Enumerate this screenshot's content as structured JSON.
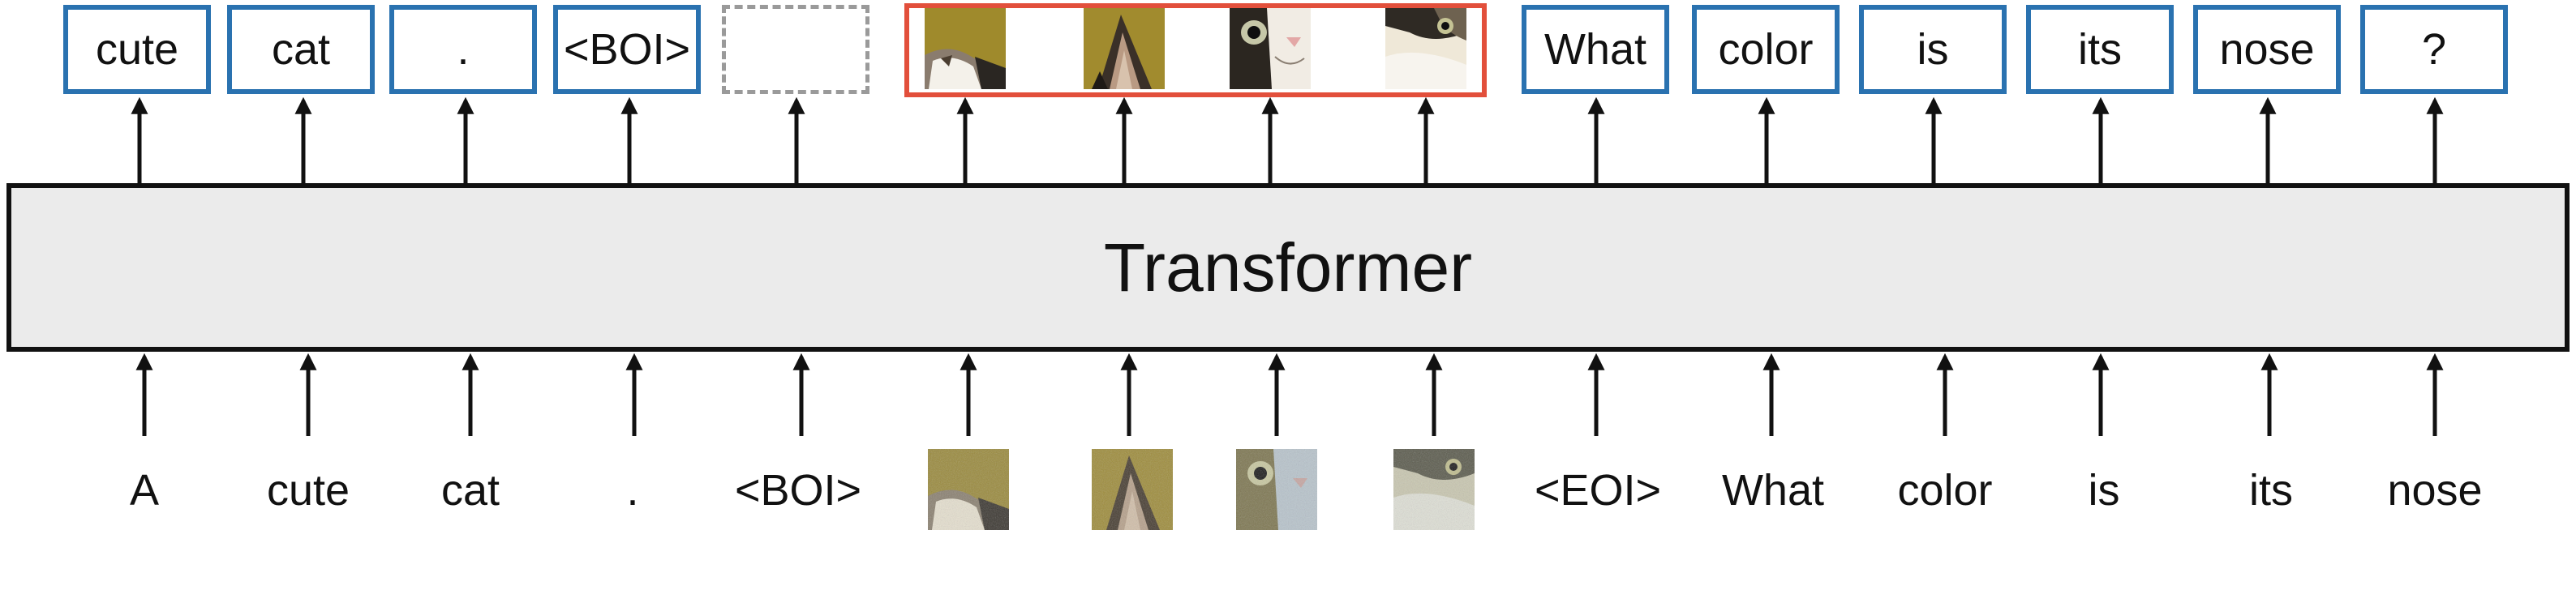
{
  "transformer": {
    "label": "Transformer"
  },
  "output_tokens": [
    {
      "text": "cute"
    },
    {
      "text": "cat"
    },
    {
      "text": "."
    },
    {
      "text": "<BOI>"
    },
    {
      "text": ""
    },
    {
      "text": "What"
    },
    {
      "text": "color"
    },
    {
      "text": "is"
    },
    {
      "text": "its"
    },
    {
      "text": "nose"
    },
    {
      "text": "?"
    }
  ],
  "input_tokens": [
    {
      "text": "A"
    },
    {
      "text": "cute"
    },
    {
      "text": "cat"
    },
    {
      "text": "."
    },
    {
      "text": "<BOI>"
    },
    {
      "text": "<EOI>"
    },
    {
      "text": "What"
    },
    {
      "text": "color"
    },
    {
      "text": "is"
    },
    {
      "text": "its"
    },
    {
      "text": "nose"
    }
  ],
  "colors": {
    "text_token_border": "#2a72b0",
    "image_group_border": "#e24f3b",
    "placeholder_border": "#9a9a9a",
    "transformer_fill": "#ebebeb"
  }
}
